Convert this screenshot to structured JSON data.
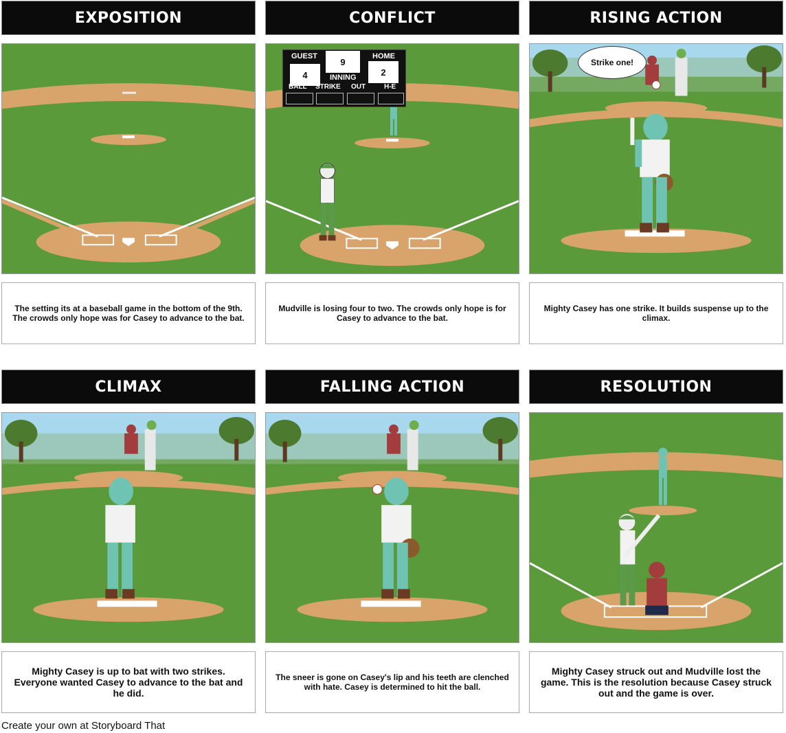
{
  "panels": [
    {
      "title": "EXPOSITION",
      "caption": "The setting its at a baseball game in the bottom of the 9th. The crowds only hope was for Casey to advance to the bat."
    },
    {
      "title": "CONFLICT",
      "caption": "Mudville is losing four to two. The crowds only hope is for Casey to advance to the bat."
    },
    {
      "title": "RISING ACTION",
      "caption": "Mighty Casey has one strike. It builds suspense up to the climax."
    },
    {
      "title": "CLIMAX",
      "caption": "Mighty Casey is up to bat with two strikes. Everyone wanted Casey to advance to the bat and he did."
    },
    {
      "title": "FALLING ACTION",
      "caption": "The sneer is gone on Casey's lip and his teeth are clenched with hate. Casey is determined to hit the ball."
    },
    {
      "title": "RESOLUTION",
      "caption": "Mighty Casey struck out and Mudville lost the game. This is the resolution because Casey struck out and the game is over."
    }
  ],
  "scoreboard": {
    "guest_label": "GUEST",
    "guest_score": "4",
    "inning_value": "9",
    "inning_label": "INNING",
    "home_label": "HOME",
    "home_score": "2",
    "ball_label": "BALL",
    "strike_label": "STRIKE",
    "out_label": "OUT",
    "he_label": "H-E"
  },
  "speech_bubble": "Strike one!",
  "footer": "Create your own at Storyboard That",
  "colors": {
    "grass": "#5a9a3a",
    "dirt": "#d9a46c",
    "sky": "#a8d8ee",
    "header": "#0b0b0b"
  }
}
